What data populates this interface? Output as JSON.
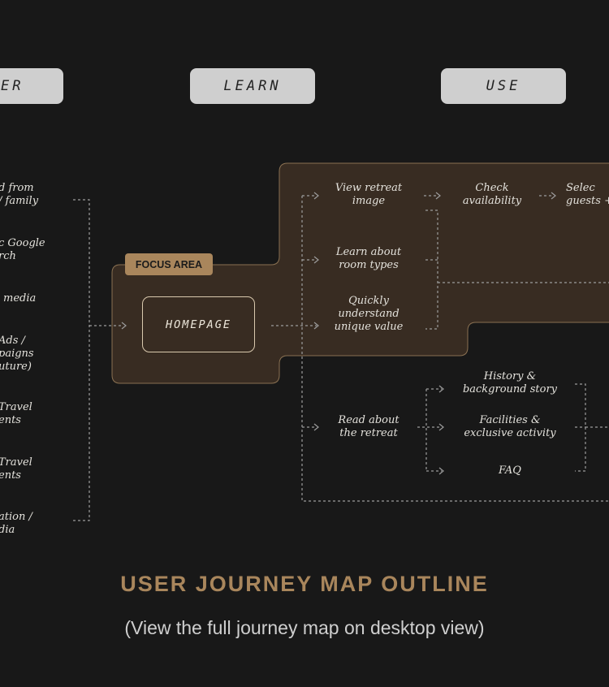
{
  "phases": [
    "OVER",
    "LEARN",
    "USE"
  ],
  "sources": [
    "d from\n/ family",
    "c Google\nrch",
    "media",
    "Ads /\npaigns\nuture)",
    "Travel\nents",
    "Travel\nents",
    "ation /\ndia"
  ],
  "focus_badge": "FOCUS AREA",
  "homepage_label": "HOMEPAGE",
  "learn_steps": [
    "View retreat\nimage",
    "Learn about\nroom types",
    "Quickly\nunderstand\nunique value",
    "Read about\nthe retreat"
  ],
  "use_steps": [
    "Check\navailability",
    "Selec\nguests +"
  ],
  "retreat_details": [
    "History &\nbackground story",
    "Facilities &\nexclusive activity",
    "FAQ"
  ],
  "title": "USER JOURNEY MAP OUTLINE",
  "subtitle": "(View the full journey map on desktop view)",
  "colors": {
    "background": "#181818",
    "focus_region": "#382c22",
    "focus_border": "#8a7152",
    "accent": "#a9865c",
    "phase_pill": "#cfcfcf"
  }
}
